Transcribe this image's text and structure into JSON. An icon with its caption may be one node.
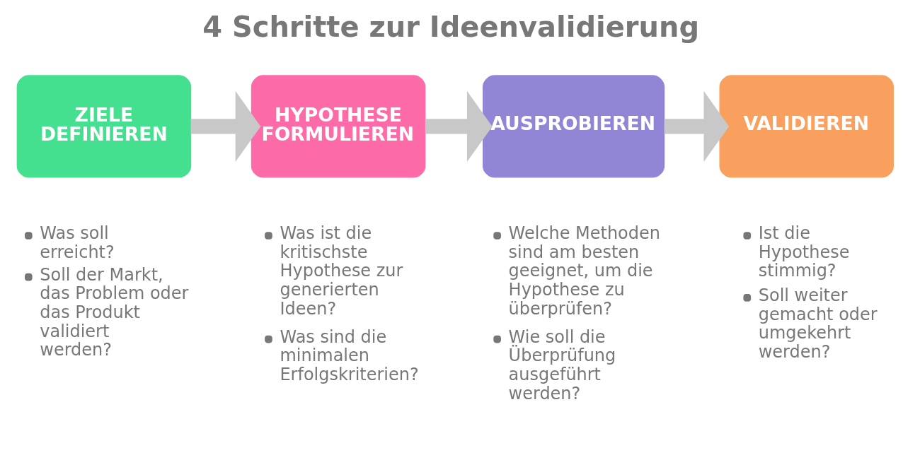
{
  "diagram": {
    "title": "4 Schritte zur Ideenvalidierung",
    "nodes": [
      {
        "text": [
          "ZIELE DEFINIEREN"
        ],
        "beside": [
          "Was soll erreicht?",
          "Soll der Markt, das Problem oder das Produkt validiert werden?"
        ]
      },
      {
        "text": [
          "HYPOTHESE FORMULIEREN"
        ],
        "beside": [
          "Was ist die kritischste Hypothese zur generierten Ideen?",
          "Was sind die minimalen Erfolgskriterien?"
        ]
      },
      {
        "text": [
          "AUSPROBIEREN"
        ],
        "beside": [
          "Welche Methoden sind am besten geeignet, um die Hypothese zu überprüfen?",
          "Wie soll die Überprüfung ausgeführt werden?"
        ]
      },
      {
        "text": [
          "VALIDIEREN"
        ],
        "beside": [
          "Ist die Hypothese stimmig?",
          "Soll weiter gemacht oder umgekehrt werden?"
        ]
      }
    ],
    "edges": [
      {
        "from": 0,
        "to": 1,
        "arrow": "to"
      },
      {
        "from": 1,
        "to": 2,
        "arrow": "to"
      },
      {
        "from": 2,
        "to": 3,
        "arrow": "to"
      }
    ]
  }
}
